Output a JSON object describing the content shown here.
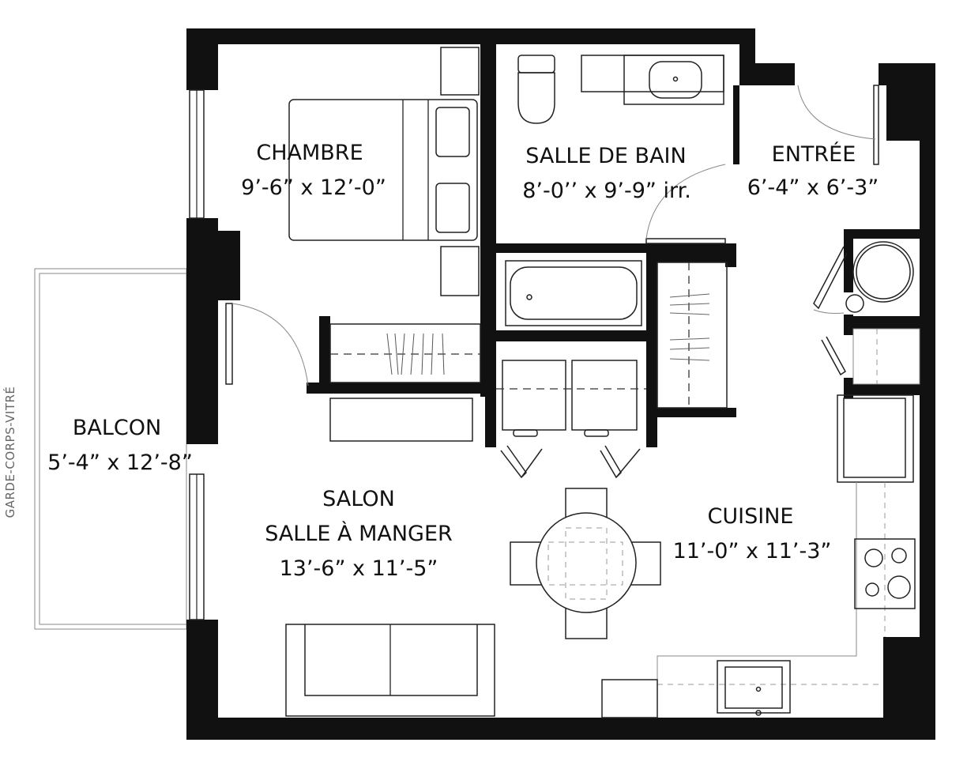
{
  "rooms": {
    "chambre": {
      "name": "CHAMBRE",
      "dims": "9’-6” x 12’-0”"
    },
    "salle_de_bain": {
      "name": "SALLE DE BAIN",
      "dims": "8’-0’’ x 9’-9” irr."
    },
    "entree": {
      "name": "ENTRÉE",
      "dims": "6’-4” x 6’-3”"
    },
    "balcon": {
      "name": "BALCON",
      "dims": "5’-4” x 12’-8”"
    },
    "salon": {
      "name1": "SALON",
      "name2": "SALLE À MANGER",
      "dims": "13’-6” x 11’-5”"
    },
    "cuisine": {
      "name": "CUISINE",
      "dims": "11’-0” x 11’-3”"
    }
  },
  "side_label": "GARDE-CORPS-VITRÉ"
}
